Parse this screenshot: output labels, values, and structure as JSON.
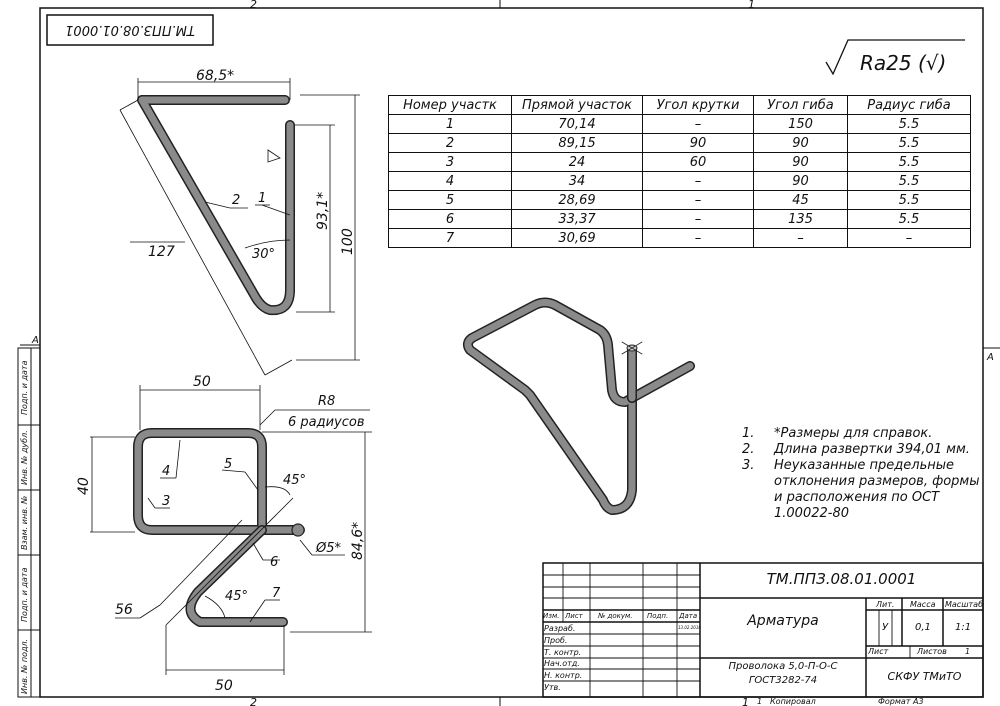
{
  "frame": {
    "zone_top_left": "2",
    "zone_top_right": "1",
    "zone_bottom_left": "2",
    "zone_bottom_right": "1",
    "zone_left": "A",
    "zone_right": "A"
  },
  "side_strip": [
    "Подп. и дата",
    "Инв. № дубл.",
    "Взам. инв. №",
    "Подп. и дата",
    "Инв. № подл."
  ],
  "corner_stamp": "ТМ.ППЗ.08.01.0001",
  "roughness": {
    "label": "Ra25",
    "suffix": "(√)"
  },
  "bend_table": {
    "headers": [
      "Номер участк",
      "Прямой участок",
      "Угол крутки",
      "Угол гиба",
      "Радиус гиба"
    ],
    "rows": [
      [
        "1",
        "70,14",
        "–",
        "150",
        "5.5"
      ],
      [
        "2",
        "89,15",
        "90",
        "90",
        "5.5"
      ],
      [
        "3",
        "24",
        "60",
        "90",
        "5.5"
      ],
      [
        "4",
        "34",
        "–",
        "90",
        "5.5"
      ],
      [
        "5",
        "28,69",
        "–",
        "45",
        "5.5"
      ],
      [
        "6",
        "33,37",
        "–",
        "135",
        "5.5"
      ],
      [
        "7",
        "30,69",
        "–",
        "–",
        "–"
      ]
    ]
  },
  "view_top": {
    "dim_width": "68,5*",
    "dim_height_ref": "93,1*",
    "dim_height": "100",
    "dim_diag": "127",
    "angle": "30°",
    "label_1": "1",
    "label_2": "2"
  },
  "view_bottom": {
    "dim_top_width": "50",
    "dim_height": "40",
    "radius": "R8",
    "radius_note": "6 радиусов",
    "angle_upper": "45°",
    "diameter": "Ø5*",
    "dim_total": "84,6*",
    "dim_diag": "56",
    "angle_lower": "45°",
    "dim_bottom_width": "50",
    "label_3": "3",
    "label_4": "4",
    "label_5": "5",
    "label_6": "6",
    "label_7": "7"
  },
  "notes": [
    {
      "n": "1.",
      "text": "*Размеры для справок."
    },
    {
      "n": "2.",
      "text": "Длина развертки 394,01 мм."
    },
    {
      "n": "3.",
      "text": "Неуказанные предельные отклонения размеров, формы и расположения по ОСТ 1.00022-80"
    }
  ],
  "title_block": {
    "doc_code": "ТМ.ППЗ.08.01.0001",
    "name": "Арматура",
    "material_line1": "Проволока 5,0-П-О-С",
    "material_line2": "ГОСТ3282-74",
    "org": "СКФУ ТМиТО",
    "col_headers": [
      "Изм.",
      "Лист",
      "№ докум.",
      "Подп.",
      "Дата"
    ],
    "date": "13.02.2016",
    "roles": [
      "Разраб.",
      "Проб.",
      "Т. контр.",
      "Нач.отд.",
      "Н. контр.",
      "Утв."
    ],
    "lit_label": "Лит.",
    "mass_label": "Масса",
    "scale_label": "Масштаб",
    "lit_value": "У",
    "mass_value": "0,1",
    "scale_value": "1:1",
    "sheet_label": "Лист",
    "sheets_label": "Листов",
    "sheets_value": "1",
    "copied_num": "1",
    "copied_label": "Копировал",
    "format_label": "Формат А3"
  }
}
